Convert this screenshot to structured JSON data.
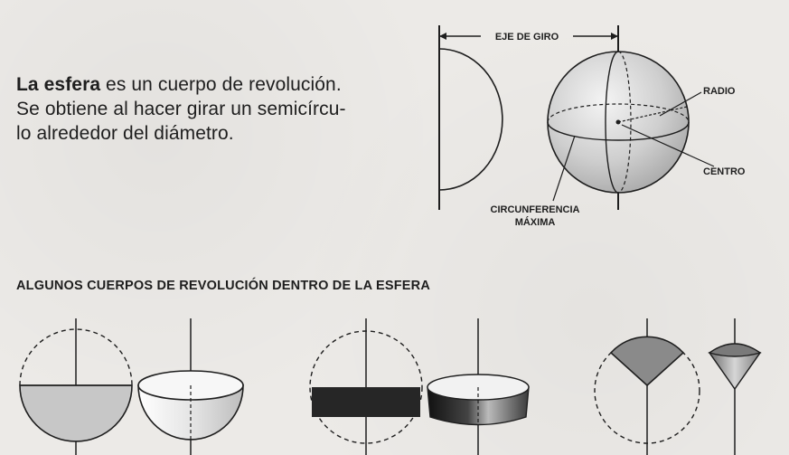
{
  "intro": {
    "term": "La esfera",
    "line1_rest": " es un cuerpo de revolución.",
    "line2": "Se obtiene al hacer girar un semicírcu-",
    "line3": "lo alrededor del diámetro."
  },
  "labels": {
    "eje_de_giro": "EJE DE GIRO",
    "radio": "RADIO",
    "centro": "CENTRO",
    "circunferencia_line1": "CIRCUNFERENCIA",
    "circunferencia_line2": "MÁXIMA"
  },
  "section_title": "ALGUNOS CUERPOS DE REVOLUCIÓN DENTRO DE LA ESFERA",
  "colors": {
    "ink": "#1e1e1e",
    "sphere_shade": "#c9c9c9",
    "dark_fill": "#262626",
    "cone_shade": "#8a8a8a",
    "paper": "#eceae7"
  }
}
